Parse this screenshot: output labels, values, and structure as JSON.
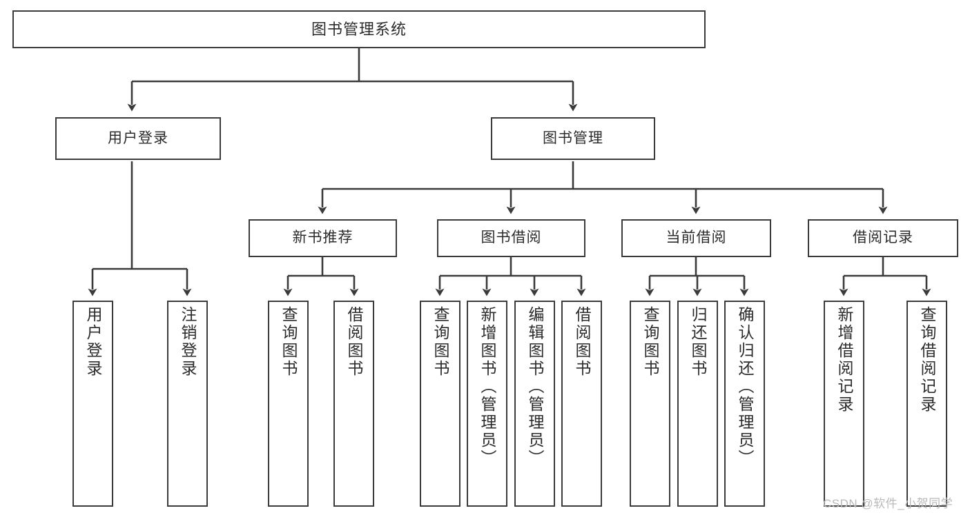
{
  "diagram": {
    "title": "图书管理系统",
    "type": "tree-hierarchy-chart",
    "colors": {
      "background": "#ffffff",
      "node_fill": "#ffffff",
      "node_border": "#3a3a3a",
      "edge": "#3a3a3a",
      "text": "#2b2b2b",
      "watermark": "#b9b9b9"
    }
  },
  "nodes": {
    "root": {
      "label": "图书管理系统"
    },
    "level2": [
      {
        "id": "user-login",
        "label": "用户登录"
      },
      {
        "id": "book-manage",
        "label": "图书管理"
      }
    ],
    "level3": [
      {
        "id": "new-book-recommend",
        "label": "新书推荐"
      },
      {
        "id": "book-borrow",
        "label": "图书借阅"
      },
      {
        "id": "current-borrow",
        "label": "当前借阅"
      },
      {
        "id": "borrow-record",
        "label": "借阅记录"
      }
    ],
    "leaves": [
      {
        "id": "leaf-user-login",
        "label": "用户登录"
      },
      {
        "id": "leaf-logout-login",
        "label": "注销登录"
      },
      {
        "id": "leaf-query-book-1",
        "label": "查询图书"
      },
      {
        "id": "leaf-borrow-book-1",
        "label": "借阅图书"
      },
      {
        "id": "leaf-query-book-2",
        "label": "查询图书"
      },
      {
        "id": "leaf-add-book",
        "label": "新增图书（管理员）"
      },
      {
        "id": "leaf-edit-book",
        "label": "编辑图书（管理员）"
      },
      {
        "id": "leaf-borrow-book-2",
        "label": "借阅图书"
      },
      {
        "id": "leaf-query-book-3",
        "label": "查询图书"
      },
      {
        "id": "leaf-return-book",
        "label": "归还图书"
      },
      {
        "id": "leaf-confirm-return",
        "label": "确认归还（管理员）"
      },
      {
        "id": "leaf-add-borrow-record",
        "label": "新增借阅记录"
      },
      {
        "id": "leaf-query-borrow-record",
        "label": "查询借阅记录"
      }
    ]
  },
  "watermark": {
    "text": "CSDN @软件_小贺同学"
  }
}
